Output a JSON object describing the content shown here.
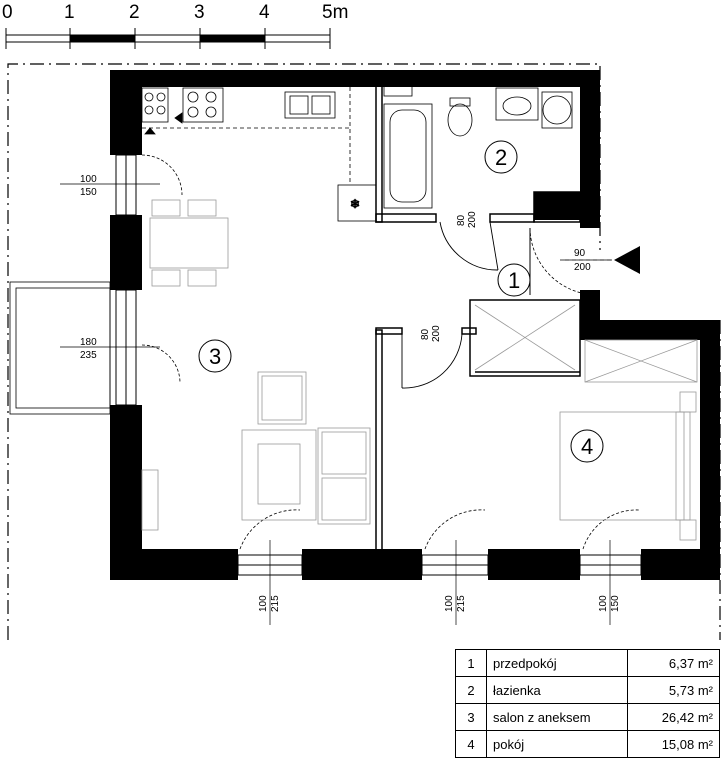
{
  "scale_bar": {
    "labels": [
      "0",
      "1",
      "2",
      "3",
      "4",
      "5m"
    ]
  },
  "rooms": [
    {
      "number": "1",
      "name": "przedpokój",
      "area": "6,37 m²"
    },
    {
      "number": "2",
      "name": "łazienka",
      "area": "5,73 m²"
    },
    {
      "number": "3",
      "name": "salon z aneksem",
      "area": "26,42 m²"
    },
    {
      "number": "4",
      "name": "pokój",
      "area": "15,08 m²"
    }
  ],
  "openings": {
    "window_living_north": [
      "100",
      "150"
    ],
    "balcony_door": [
      "180",
      "235"
    ],
    "door_bathroom": [
      "80",
      "200"
    ],
    "door_entrance": [
      "90",
      "200"
    ],
    "door_bedroom": [
      "80",
      "200"
    ],
    "window_living_south": [
      "100",
      "215"
    ],
    "window_bedroom_left": [
      "100",
      "215"
    ],
    "window_bedroom_right": [
      "100",
      "150"
    ]
  }
}
